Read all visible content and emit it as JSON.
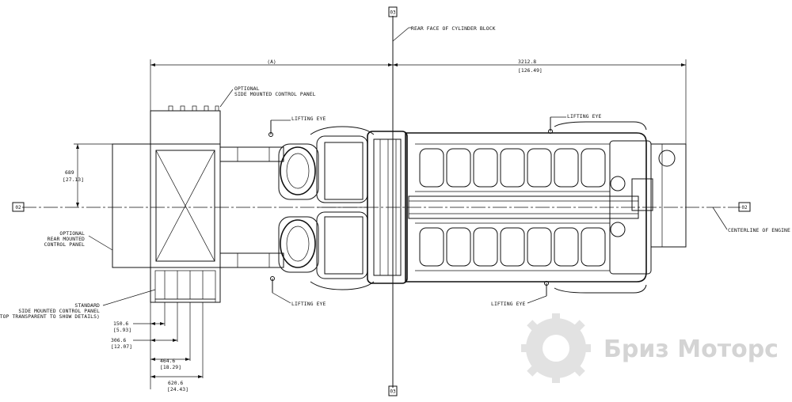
{
  "labels": {
    "rear_face": "REAR FACE OF CYLINDER BLOCK",
    "optional_side_panel_1": "OPTIONAL",
    "optional_side_panel_2": "SIDE MOUNTED CONTROL PANEL",
    "lifting_eye_top_left": "LIFTING EYE",
    "lifting_eye_top_right": "LIFTING EYE",
    "lifting_eye_bottom_left": "LIFTING EYE",
    "lifting_eye_bottom_right": "LIFTING EYE",
    "optional_rear_1": "OPTIONAL",
    "optional_rear_2": "REAR MOUNTED",
    "optional_rear_3": "CONTROL PANEL",
    "standard_1": "STANDARD",
    "standard_2": "SIDE MOUNTED CONTROL PANEL",
    "standard_3": "(TOP TRANSPARENT TO SHOW DETAILS)",
    "centerline": "CENTERLINE OF ENGINE"
  },
  "dimensions": {
    "a": "(A)",
    "length_mm": "3212.8",
    "length_in": "[126.49]",
    "width_mm": "689",
    "width_in": "[27.13]",
    "d1_mm": "150.6",
    "d1_in": "[5.93]",
    "d2_mm": "306.6",
    "d2_in": "[12.07]",
    "d3_mm": "464.6",
    "d3_in": "[18.29]",
    "d4_mm": "620.6",
    "d4_in": "[24.43]"
  },
  "tags": {
    "top": "03",
    "bottom": "03",
    "left": "02",
    "right": "02"
  },
  "watermark": {
    "text": "Бриз Моторс",
    "color": "#d4d4d4"
  }
}
